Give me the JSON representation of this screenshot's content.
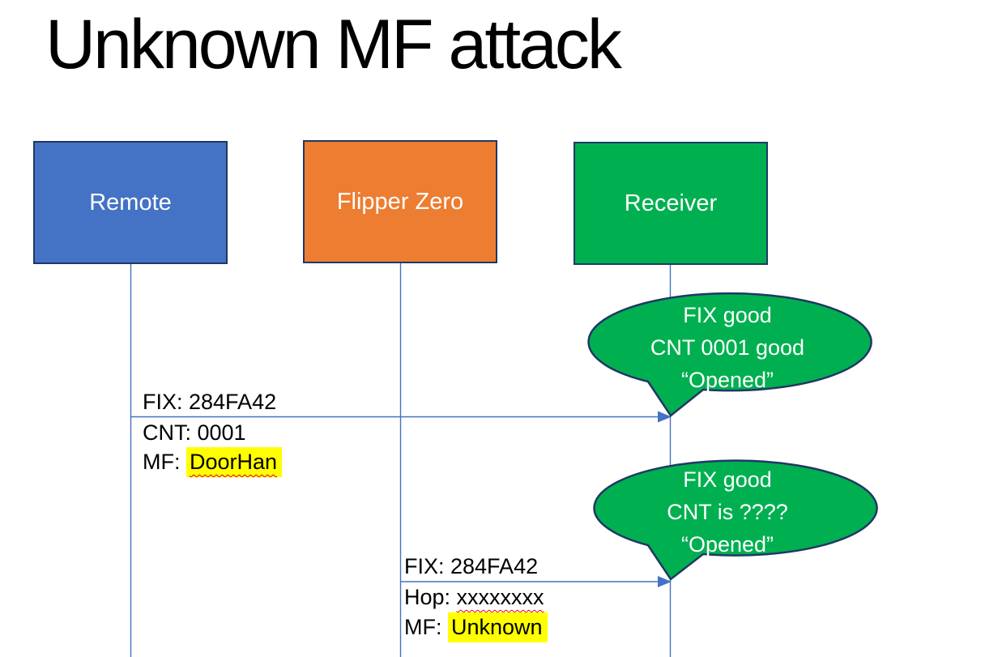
{
  "slide": {
    "title": "Unknown MF attack",
    "background": "#FFFFFF"
  },
  "actors": [
    {
      "id": "remote",
      "label": "Remote"
    },
    {
      "id": "flipper-zero",
      "label": "Flipper Zero"
    },
    {
      "id": "receiver",
      "label": "Receiver"
    }
  ],
  "messages": [
    {
      "from": "remote",
      "to": "receiver",
      "above": "FIX: 284FA42",
      "below1": "CNT: 0001",
      "below2_prefix": "MF: ",
      "below2_word": "DoorHan"
    },
    {
      "from": "flipper-zero",
      "to": "receiver",
      "above": "FIX: 284FA42",
      "below1_prefix": "Hop: ",
      "below1_word": "xxxxxxxx",
      "below2_prefix": "MF: ",
      "below2_word": "Unknown"
    }
  ],
  "callouts": [
    {
      "lines": [
        "FIX good",
        "CNT 0001 good",
        "“Opened”"
      ]
    },
    {
      "lines": [
        "FIX good",
        "CNT is ????",
        "“Opened”"
      ]
    }
  ],
  "colors": {
    "connector": "#4472C4",
    "border": "#1F3864",
    "remote_fill": "#4472C4",
    "flipper_fill": "#ED7D31",
    "receiver_fill": "#00B050",
    "callout_fill": "#00B050",
    "highlight": "#FFFF00",
    "squiggle": "#E60000",
    "text_light": "#FFFFFF",
    "text_dark": "#000000"
  }
}
